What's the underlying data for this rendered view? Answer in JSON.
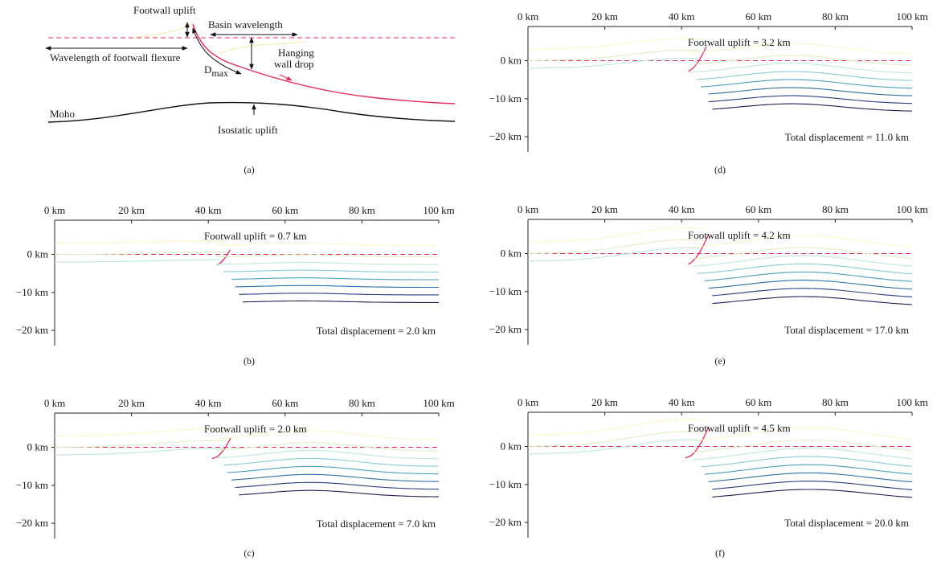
{
  "schematic": {
    "label": "(a)",
    "footwall_uplift": "Footwall uplift",
    "basin_wavelength": "Basin wavelength",
    "wavelength_footwall_flexure": "Wavelength of footwall flexure",
    "hanging_wall_drop_line1": "Hanging",
    "hanging_wall_drop_line2": "wall drop",
    "dmax_main": "D",
    "dmax_sub": "max",
    "moho": "Moho",
    "isostatic_uplift": "Isostatic uplift"
  },
  "colors": {
    "fault": "#e8285a",
    "layers": [
      "#fff3b8",
      "#ddf0c4",
      "#bfe8de",
      "#86cbd8",
      "#4c9ec4",
      "#2c6ea8",
      "#273f85",
      "#1d1e57"
    ]
  },
  "chart_data": [
    {
      "type": "line",
      "label": "(b)",
      "x_ticks": [
        "0 km",
        "20 km",
        "40 km",
        "60 km",
        "80 km",
        "100 km"
      ],
      "y_ticks": [
        "0 km",
        "−10 km",
        "−20 km"
      ],
      "xlim": [
        0,
        100
      ],
      "ylim": [
        -24,
        9
      ],
      "footwall_uplift_km": 0.7,
      "total_displacement_km": 2.0,
      "uplift_text": "Footwall uplift = 0.7 km",
      "displacement_text": "Total displacement = 2.0 km"
    },
    {
      "type": "line",
      "label": "(c)",
      "x_ticks": [
        "0 km",
        "20 km",
        "40 km",
        "60 km",
        "80 km",
        "100 km"
      ],
      "y_ticks": [
        "0 km",
        "−10 km",
        "−20 km"
      ],
      "xlim": [
        0,
        100
      ],
      "ylim": [
        -24,
        9
      ],
      "footwall_uplift_km": 2.0,
      "total_displacement_km": 7.0,
      "uplift_text": "Footwall uplift = 2.0 km",
      "displacement_text": "Total displacement = 7.0 km"
    },
    {
      "type": "line",
      "label": "(d)",
      "x_ticks": [
        "0 km",
        "20 km",
        "40 km",
        "60 km",
        "80 km",
        "100 km"
      ],
      "y_ticks": [
        "0 km",
        "−10 km",
        "−20 km"
      ],
      "xlim": [
        0,
        100
      ],
      "ylim": [
        -24,
        9
      ],
      "footwall_uplift_km": 3.2,
      "total_displacement_km": 11.0,
      "uplift_text": "Footwall uplift = 3.2 km",
      "displacement_text": "Total displacement = 11.0 km"
    },
    {
      "type": "line",
      "label": "(e)",
      "x_ticks": [
        "0 km",
        "20 km",
        "40 km",
        "60 km",
        "80 km",
        "100 km"
      ],
      "y_ticks": [
        "0 km",
        "−10 km",
        "−20 km"
      ],
      "xlim": [
        0,
        100
      ],
      "ylim": [
        -24,
        9
      ],
      "footwall_uplift_km": 4.2,
      "total_displacement_km": 17.0,
      "uplift_text": "Footwall uplift = 4.2 km",
      "displacement_text": "Total displacement = 17.0 km"
    },
    {
      "type": "line",
      "label": "(f)",
      "x_ticks": [
        "0 km",
        "20 km",
        "40 km",
        "60 km",
        "80 km",
        "100 km"
      ],
      "y_ticks": [
        "0 km",
        "−10 km",
        "−20 km"
      ],
      "xlim": [
        0,
        100
      ],
      "ylim": [
        -24,
        9
      ],
      "footwall_uplift_km": 4.5,
      "total_displacement_km": 20.0,
      "uplift_text": "Footwall uplift = 4.5 km",
      "displacement_text": "Total displacement = 20.0 km"
    }
  ]
}
